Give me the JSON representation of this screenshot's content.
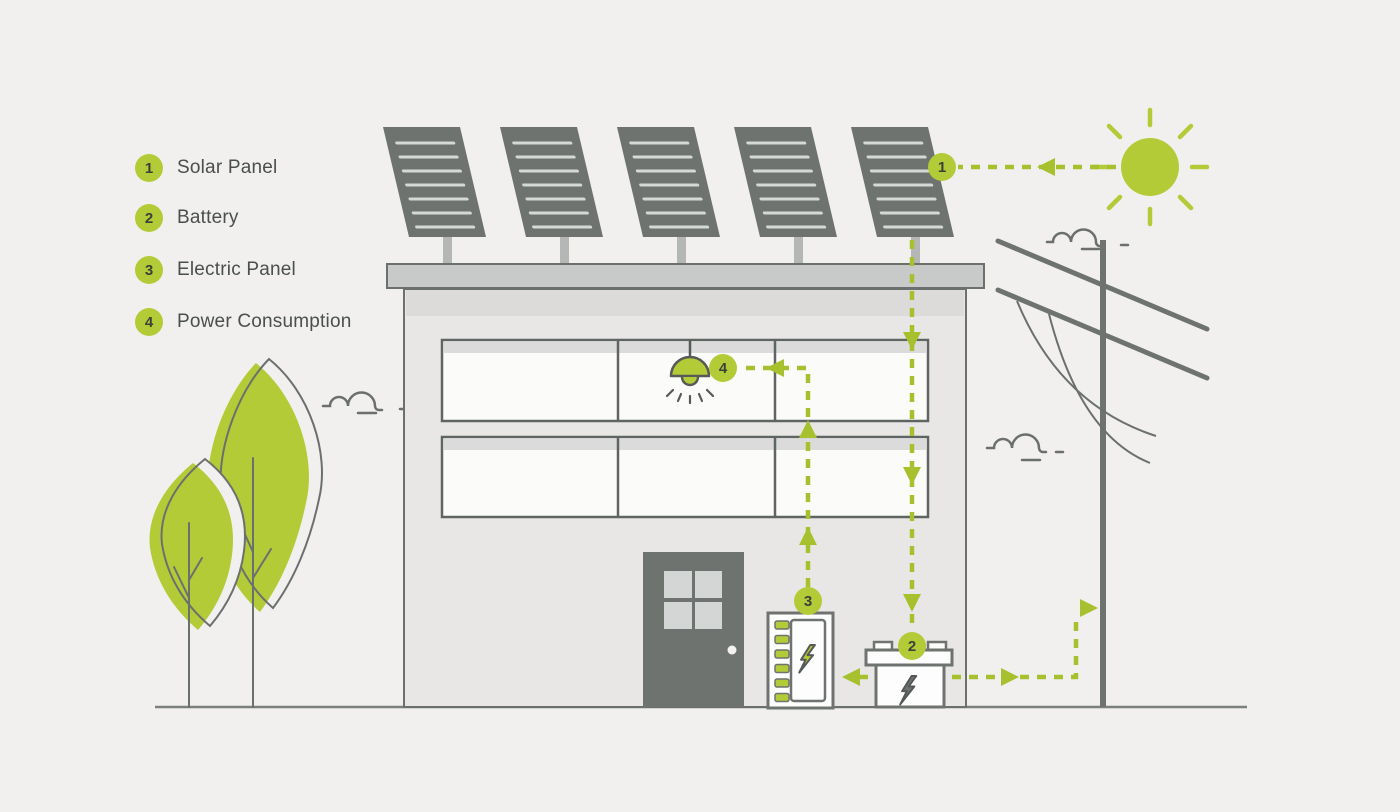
{
  "colors": {
    "accent_green": "#b3cb37",
    "dash_green": "#a7c12e",
    "dark_gray": "#6e7370",
    "outline_gray": "#6b706e",
    "roof_gray": "#c8cac9",
    "wall_gray": "#e9e7e6",
    "background": "#f1f0ef"
  },
  "legend": {
    "items": [
      {
        "number": "1",
        "label": "Solar Panel"
      },
      {
        "number": "2",
        "label": "Battery"
      },
      {
        "number": "3",
        "label": "Electric Panel"
      },
      {
        "number": "4",
        "label": "Power Consumption"
      }
    ]
  },
  "diagram": {
    "badges": [
      {
        "number": "1",
        "refers_to": "Solar Panel"
      },
      {
        "number": "2",
        "refers_to": "Battery"
      },
      {
        "number": "3",
        "refers_to": "Electric Panel"
      },
      {
        "number": "4",
        "refers_to": "Power Consumption"
      }
    ],
    "icons": [
      "sun-icon",
      "solar-panel-icon",
      "cloud-icon",
      "tree-icon",
      "house-icon",
      "window-icon",
      "pendant-lamp-icon",
      "door-icon",
      "electric-panel-icon",
      "battery-icon",
      "lightning-bolt-icon",
      "utility-pole-icon",
      "power-lines-icon",
      "energy-flow-arrow-icon"
    ]
  }
}
